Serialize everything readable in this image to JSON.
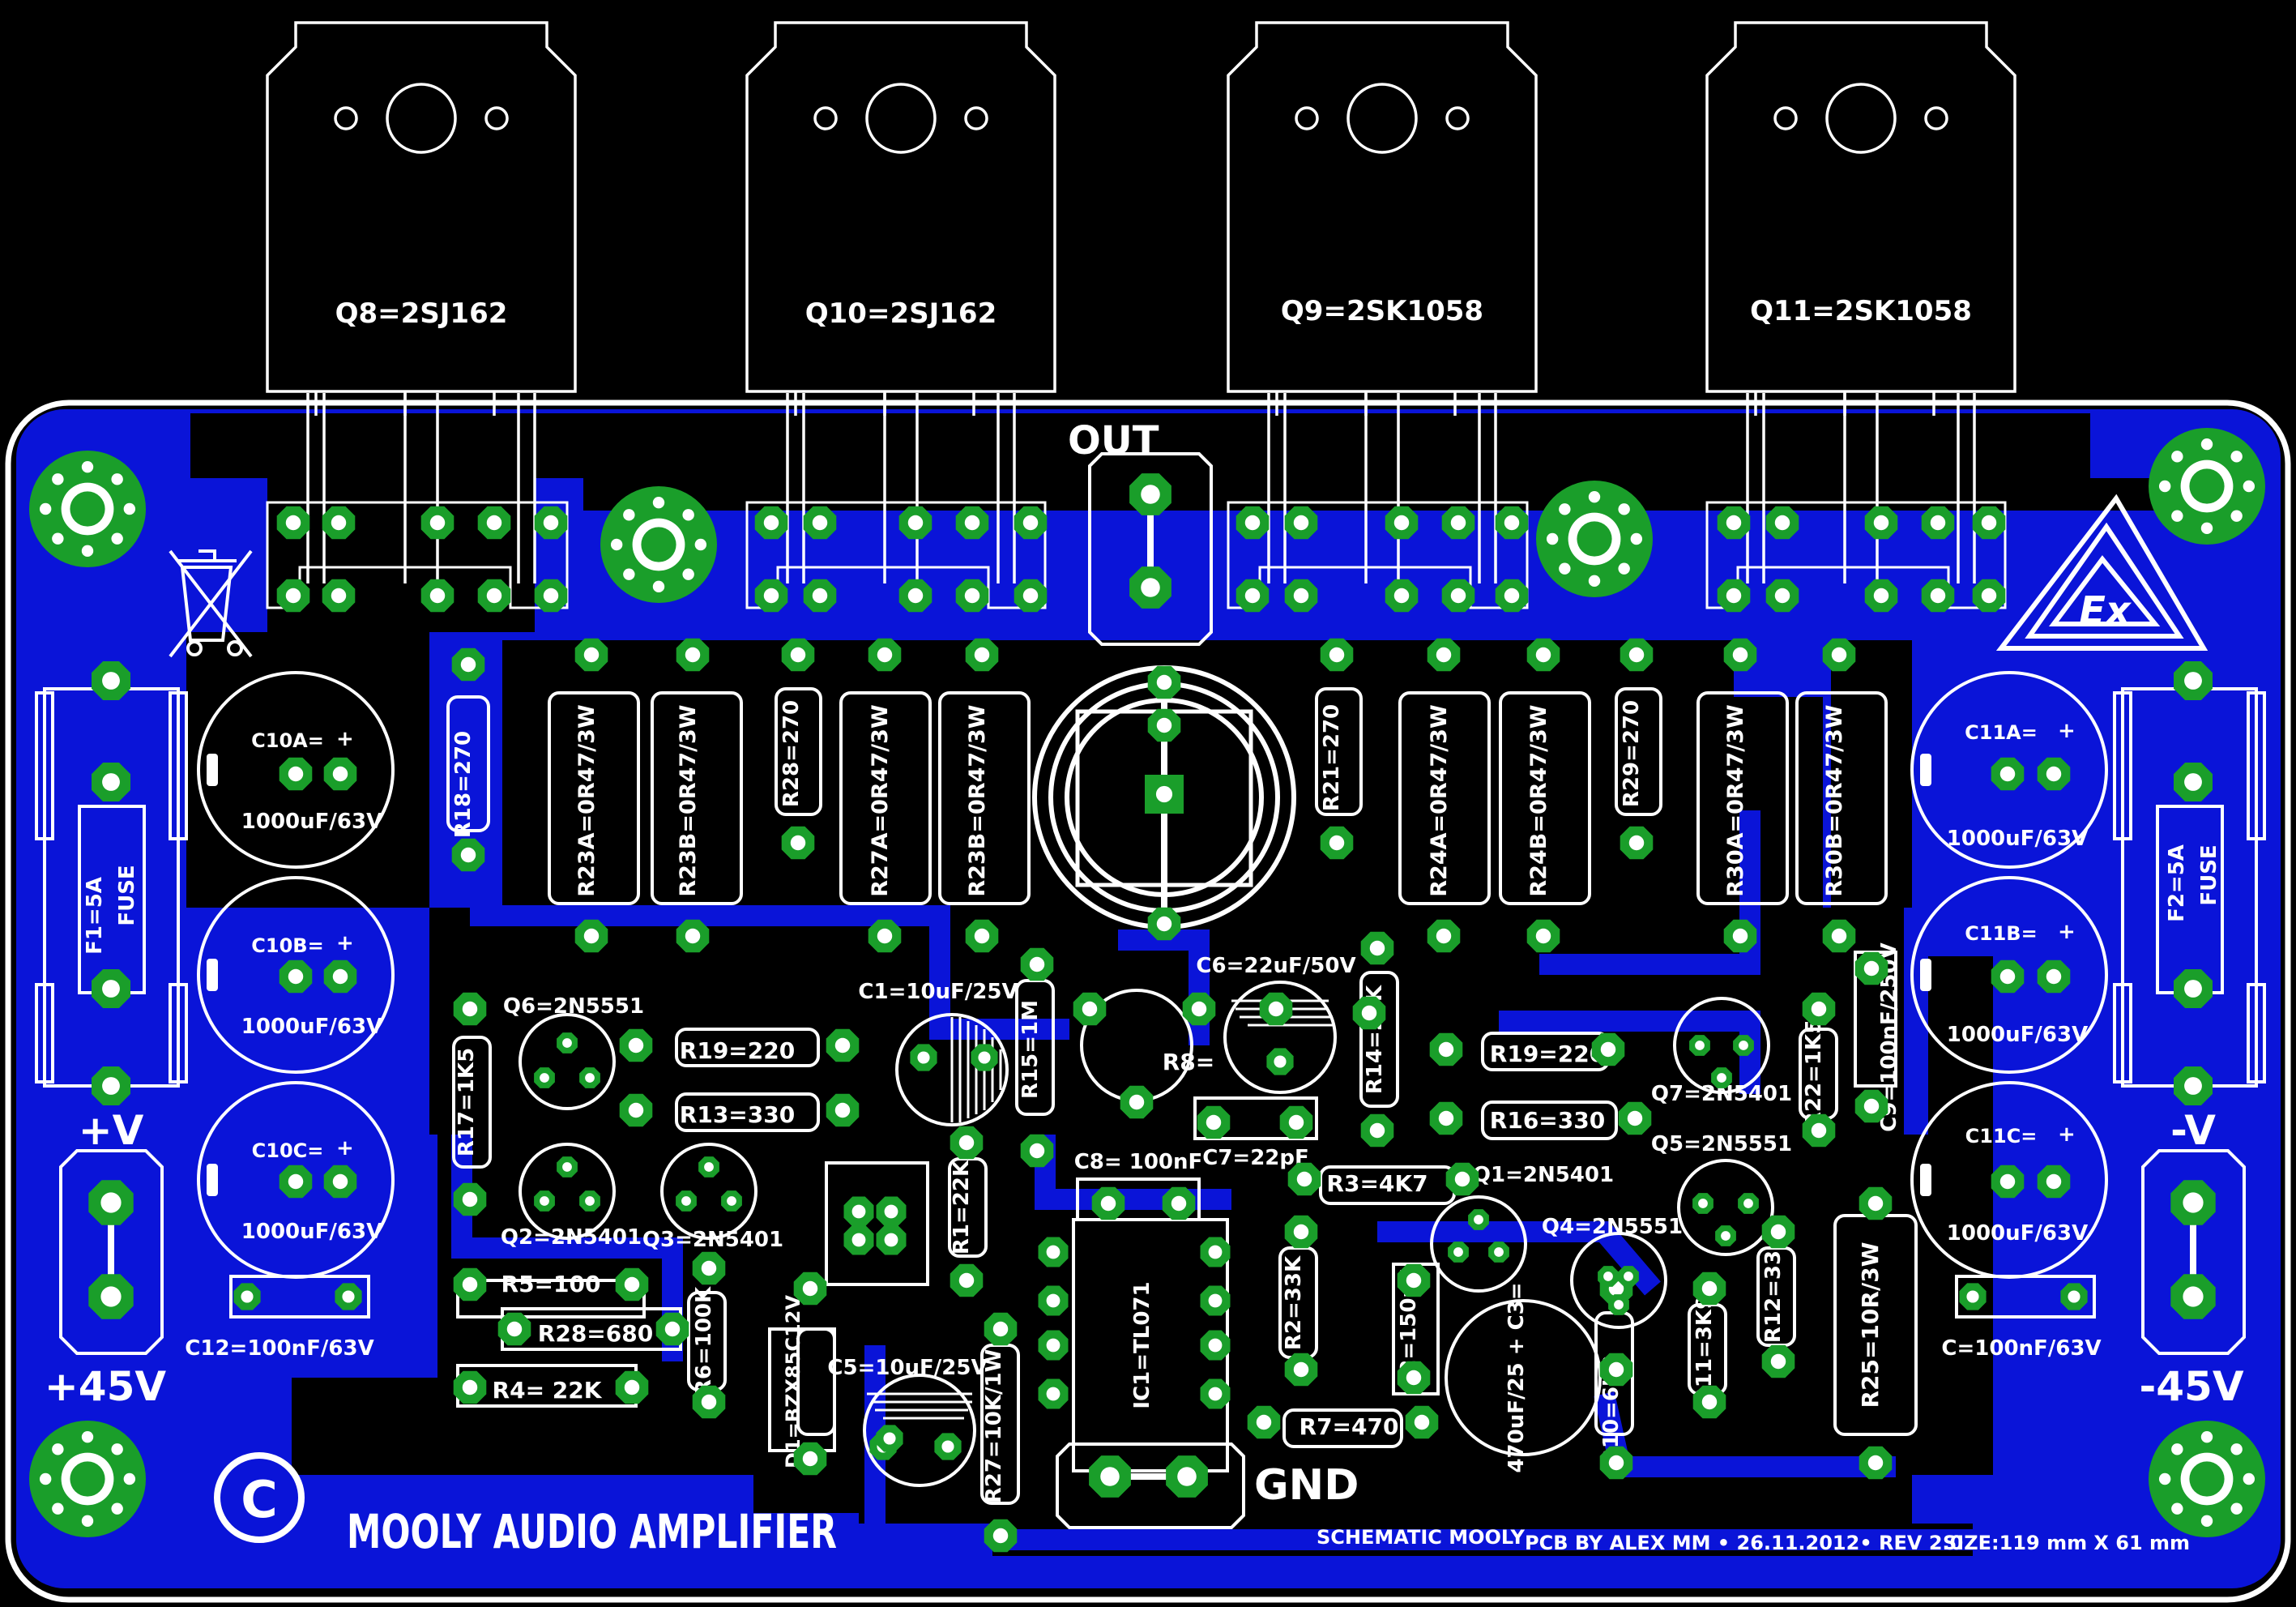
{
  "board": {
    "title": "MOOLY AUDIO AMPLIFIER",
    "copyright_symbol": "C",
    "footer": {
      "schematic": "SCHEMATIC MOOLY",
      "pcb_by": "PCB BY ALEX MM • 26.11.2012• REV 2.0",
      "size": "SIZE:119 mm X 61 mm"
    },
    "colors": {
      "background": "#000000",
      "copper": "#0a14d8",
      "pad": "#1a9e2a",
      "silkscreen": "#ffffff"
    }
  },
  "transistors_power": [
    {
      "label": "Q8=2SJ162"
    },
    {
      "label": "Q10=2SJ162"
    },
    {
      "label": "Q9=2SK1058"
    },
    {
      "label": "Q11=2SK1058"
    }
  ],
  "connectors": {
    "out": "OUT",
    "gnd": "GND",
    "pos_rail": "+45V",
    "neg_rail": "-45V",
    "pos_v": "+V",
    "neg_v": "-V"
  },
  "fuses": [
    {
      "value": "F1=5A",
      "type": "FUSE"
    },
    {
      "value": "F2=5A",
      "type": "FUSE"
    }
  ],
  "caps_left": [
    {
      "name": "C10A=",
      "value": "1000uF/63V"
    },
    {
      "name": "C10B=",
      "value": "1000uF/63V"
    },
    {
      "name": "C10C=",
      "value": "1000uF/63V"
    }
  ],
  "caps_right": [
    {
      "name": "C11A=",
      "value": "1000uF/63V"
    },
    {
      "name": "C11B=",
      "value": "1000uF/63V"
    },
    {
      "name": "C11C=",
      "value": "1000uF/63V"
    }
  ],
  "film_caps": {
    "c12": "C12=100nF/63V",
    "c_right": "C=100nF/63V",
    "c8": "C8= 100nF",
    "c7": "C7=22pF",
    "c9": "C9=100nF/250V"
  },
  "vertical_labels": {
    "r18": "R18=270",
    "r23a": "R23A=0R47/3W",
    "r23b": "R23B=0R47/3W",
    "r28t": "R28=270",
    "r27a": "R27A=0R47/3W",
    "r23b2": "R23B=0R47/3W",
    "r21": "R21=270",
    "r24a": "R24A=0R47/3W",
    "r24b": "R24B=0R47/3W",
    "r29": "R29=270",
    "r30a": "R30A=0R47/3W",
    "r30b": "R30B=0R47/3W",
    "r17": "R17=1K5",
    "r15": "R15=1M",
    "r14": "R14=22K",
    "r22": "R22=1K5",
    "r1": "R1=22K",
    "r6": "R6=100K",
    "r2": "R2=33K",
    "c2": "C2=150pF",
    "r11": "R11=3K9",
    "r12": "R12=33",
    "r25": "R25=10R/3W",
    "r10": "R10=6K8",
    "r27": "R27=10K/1W",
    "d1": "D1=BZX85C12V",
    "ic1": "IC1=TL071",
    "c3": "470uF/25 + C3="
  },
  "horizontal_labels": {
    "r19l": "R19=220",
    "r13": "R13=330",
    "r19r": "R19=220",
    "r16": "R16=330",
    "r3": "R3=4K7",
    "r7": "R7=470",
    "r5": "R5=100",
    "r28": "R28=680",
    "r4": "R4=  22K",
    "r8": "R8="
  },
  "small_parts": {
    "q6": "Q6=2N5551",
    "q2": "Q2=2N5401",
    "q3": "Q3=2N5401",
    "q7": "Q7=2N5401",
    "q5": "Q5=2N5551",
    "q1": "Q1=2N5401",
    "q4": "Q4=2N5551",
    "c1": "C1=10uF/25V",
    "c6": "C6=22uF/50V",
    "c5": "C5=10uF/25V"
  },
  "logo_text": "Ex"
}
